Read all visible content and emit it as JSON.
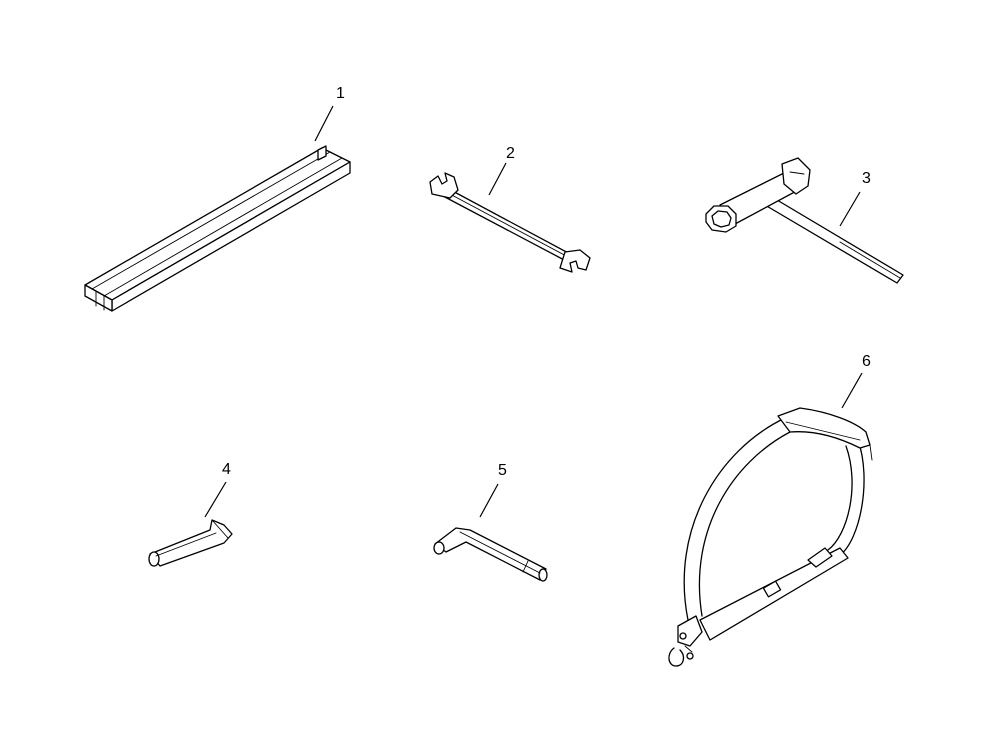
{
  "parts": [
    {
      "id": "1",
      "label": "1",
      "icon": "c-channel-rail-icon"
    },
    {
      "id": "2",
      "label": "2",
      "icon": "open-end-wrench-icon"
    },
    {
      "id": "3",
      "label": "3",
      "icon": "t-socket-wrench-icon"
    },
    {
      "id": "4",
      "label": "4",
      "icon": "hex-key-small-icon"
    },
    {
      "id": "5",
      "label": "5",
      "icon": "hex-key-large-icon"
    },
    {
      "id": "6",
      "label": "6",
      "icon": "shoulder-harness-strap-icon"
    }
  ]
}
